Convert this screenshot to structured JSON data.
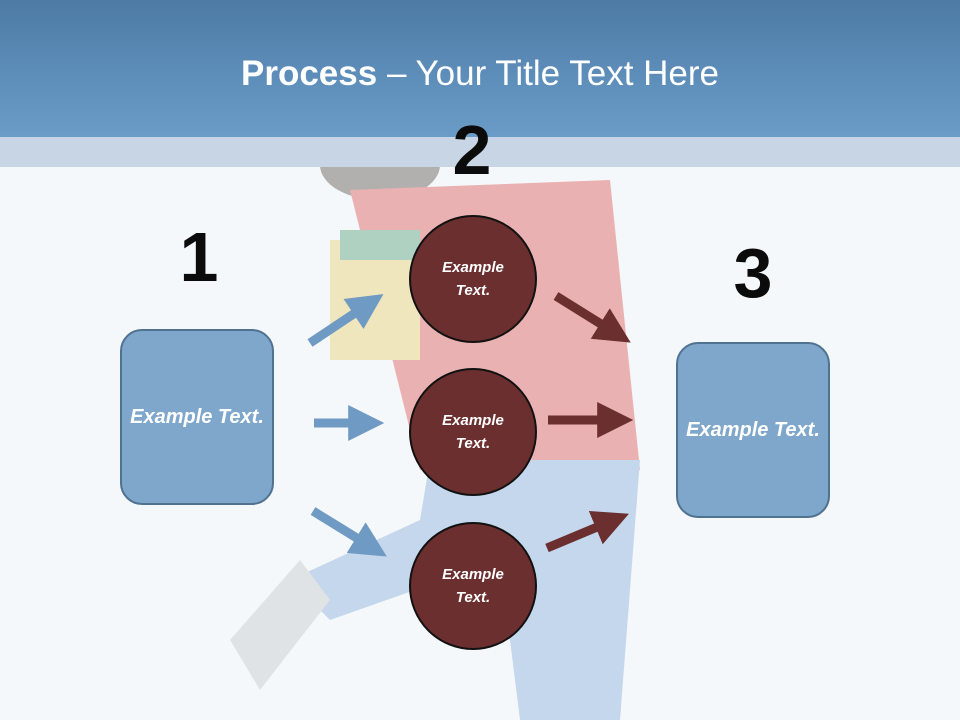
{
  "slide": {
    "title_bold": "Process",
    "title_rest": " – Your Title Text Here"
  },
  "steps": {
    "one": {
      "number": "1",
      "text": "Example Text."
    },
    "two": {
      "number": "2",
      "circles": [
        {
          "text": "Example Text."
        },
        {
          "text": "Example Text."
        },
        {
          "text": "Example Text."
        }
      ]
    },
    "three": {
      "number": "3",
      "text": "Example Text."
    }
  },
  "colors": {
    "header": "#5b8db9",
    "box_fill": "#7fa7cb",
    "circle_fill": "#6b2f2f",
    "arrow_blue": "#6f9ac3",
    "arrow_dark": "#6b2f2f"
  }
}
